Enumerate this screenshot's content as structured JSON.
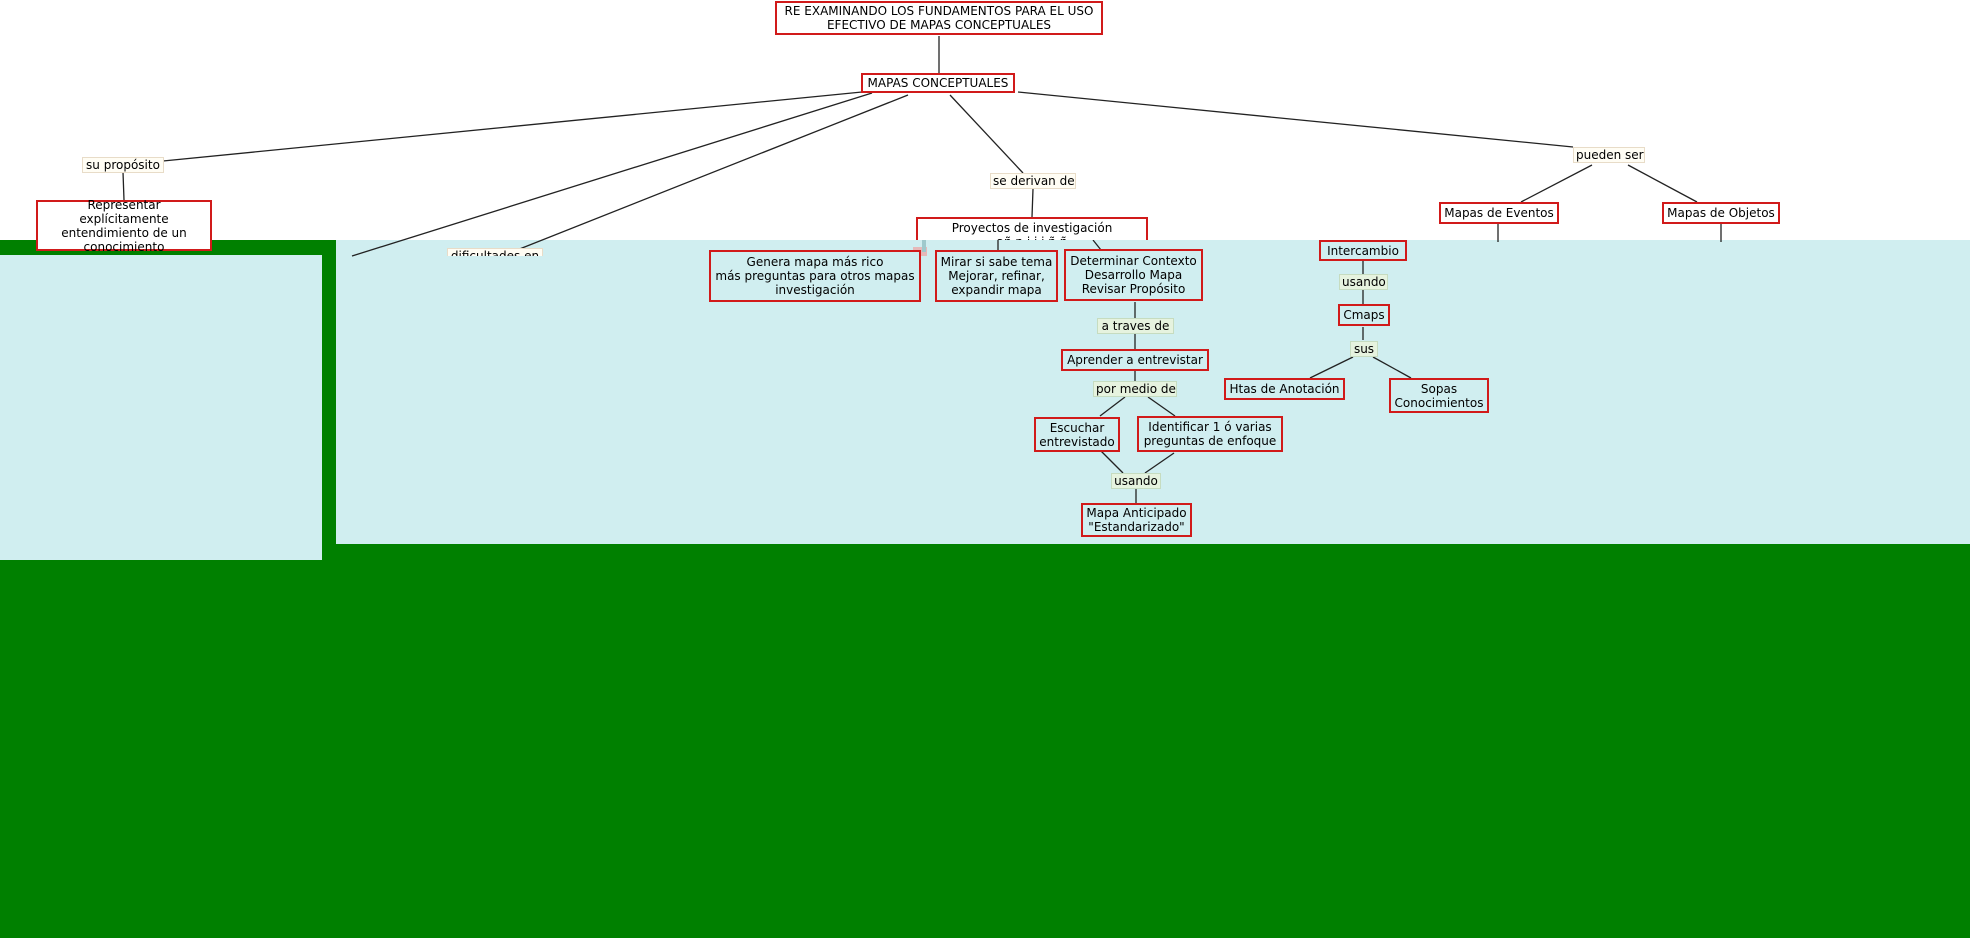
{
  "colors": {
    "node_border": "#d11a1a",
    "background_green": "#008000",
    "panel_cyan": "#d0eef0",
    "panel_white": "#ffffff"
  },
  "nodes": {
    "title": "RE EXAMINANDO LOS FUNDAMENTOS PARA EL USO\nEFECTIVO DE MAPAS CONCEPTUALES",
    "mapas_conceptuales": "MAPAS CONCEPTUALES",
    "representar": "Representar explícitamente\nentendimiento de un\nconocimiento",
    "proyectos": "Proyectos de investigación\nañ    n  i  i  i         ñ  ñ",
    "mapas_eventos": "Mapas de Eventos",
    "mapas_objetos": "Mapas de Objetos",
    "genera_mapa": "Genera mapa más rico\nmás preguntas para otros mapas\ninvestigación",
    "mirar_si_sabe": "Mirar si sabe tema\nMejorar, refinar,\nexpandir mapa",
    "determinar_contexto": "Determinar Contexto\nDesarrollo Mapa\nRevisar Propósito",
    "intercambio": "Intercambio",
    "cmaps": "Cmaps",
    "aprender_entrevistar": "Aprender a entrevistar",
    "htas_anotacion": "Htas de Anotación",
    "sopas_conocimientos": "Sopas\nConocimientos",
    "escuchar_entrevistado": "Escuchar\nentrevistado",
    "identificar_preguntas": "Identificar 1 ó varias\npreguntas de enfoque",
    "mapa_anticipado": "Mapa Anticipado\n\"Estandarizado\""
  },
  "links": {
    "su_proposito": "su propósito",
    "se_derivan_de": "se derivan de",
    "pueden_ser": "pueden ser",
    "dificultades_en": "dificultades en",
    "usando_cmaps": "usando",
    "a_traves_de": "a traves de",
    "sus": "sus",
    "por_medio_de": "por medio de",
    "usando_mapa": "usando"
  }
}
